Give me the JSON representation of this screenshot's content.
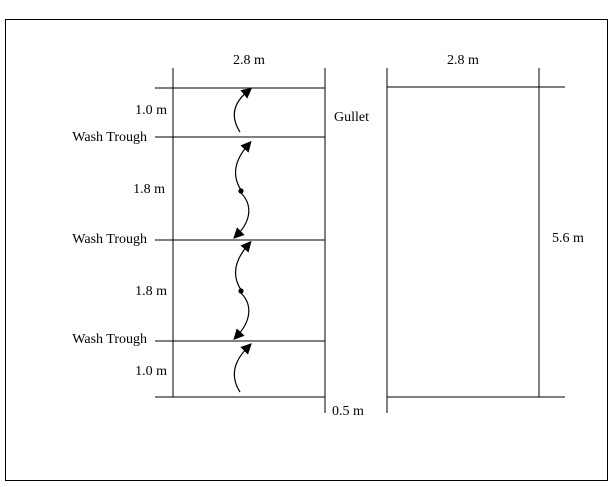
{
  "labels": {
    "left_width": "2.8 m",
    "right_width": "2.8 m",
    "gullet": "Gullet",
    "right_height": "5.6 m",
    "gap": "0.5 m"
  },
  "sections": [
    {
      "spacing": "1.0 m",
      "trough": "Wash Trough"
    },
    {
      "spacing": "1.8 m",
      "trough": "Wash Trough"
    },
    {
      "spacing": "1.8 m",
      "trough": "Wash Trough"
    },
    {
      "spacing": "1.0 m"
    }
  ],
  "colors": {
    "line": "#000000",
    "background": "#ffffff"
  }
}
